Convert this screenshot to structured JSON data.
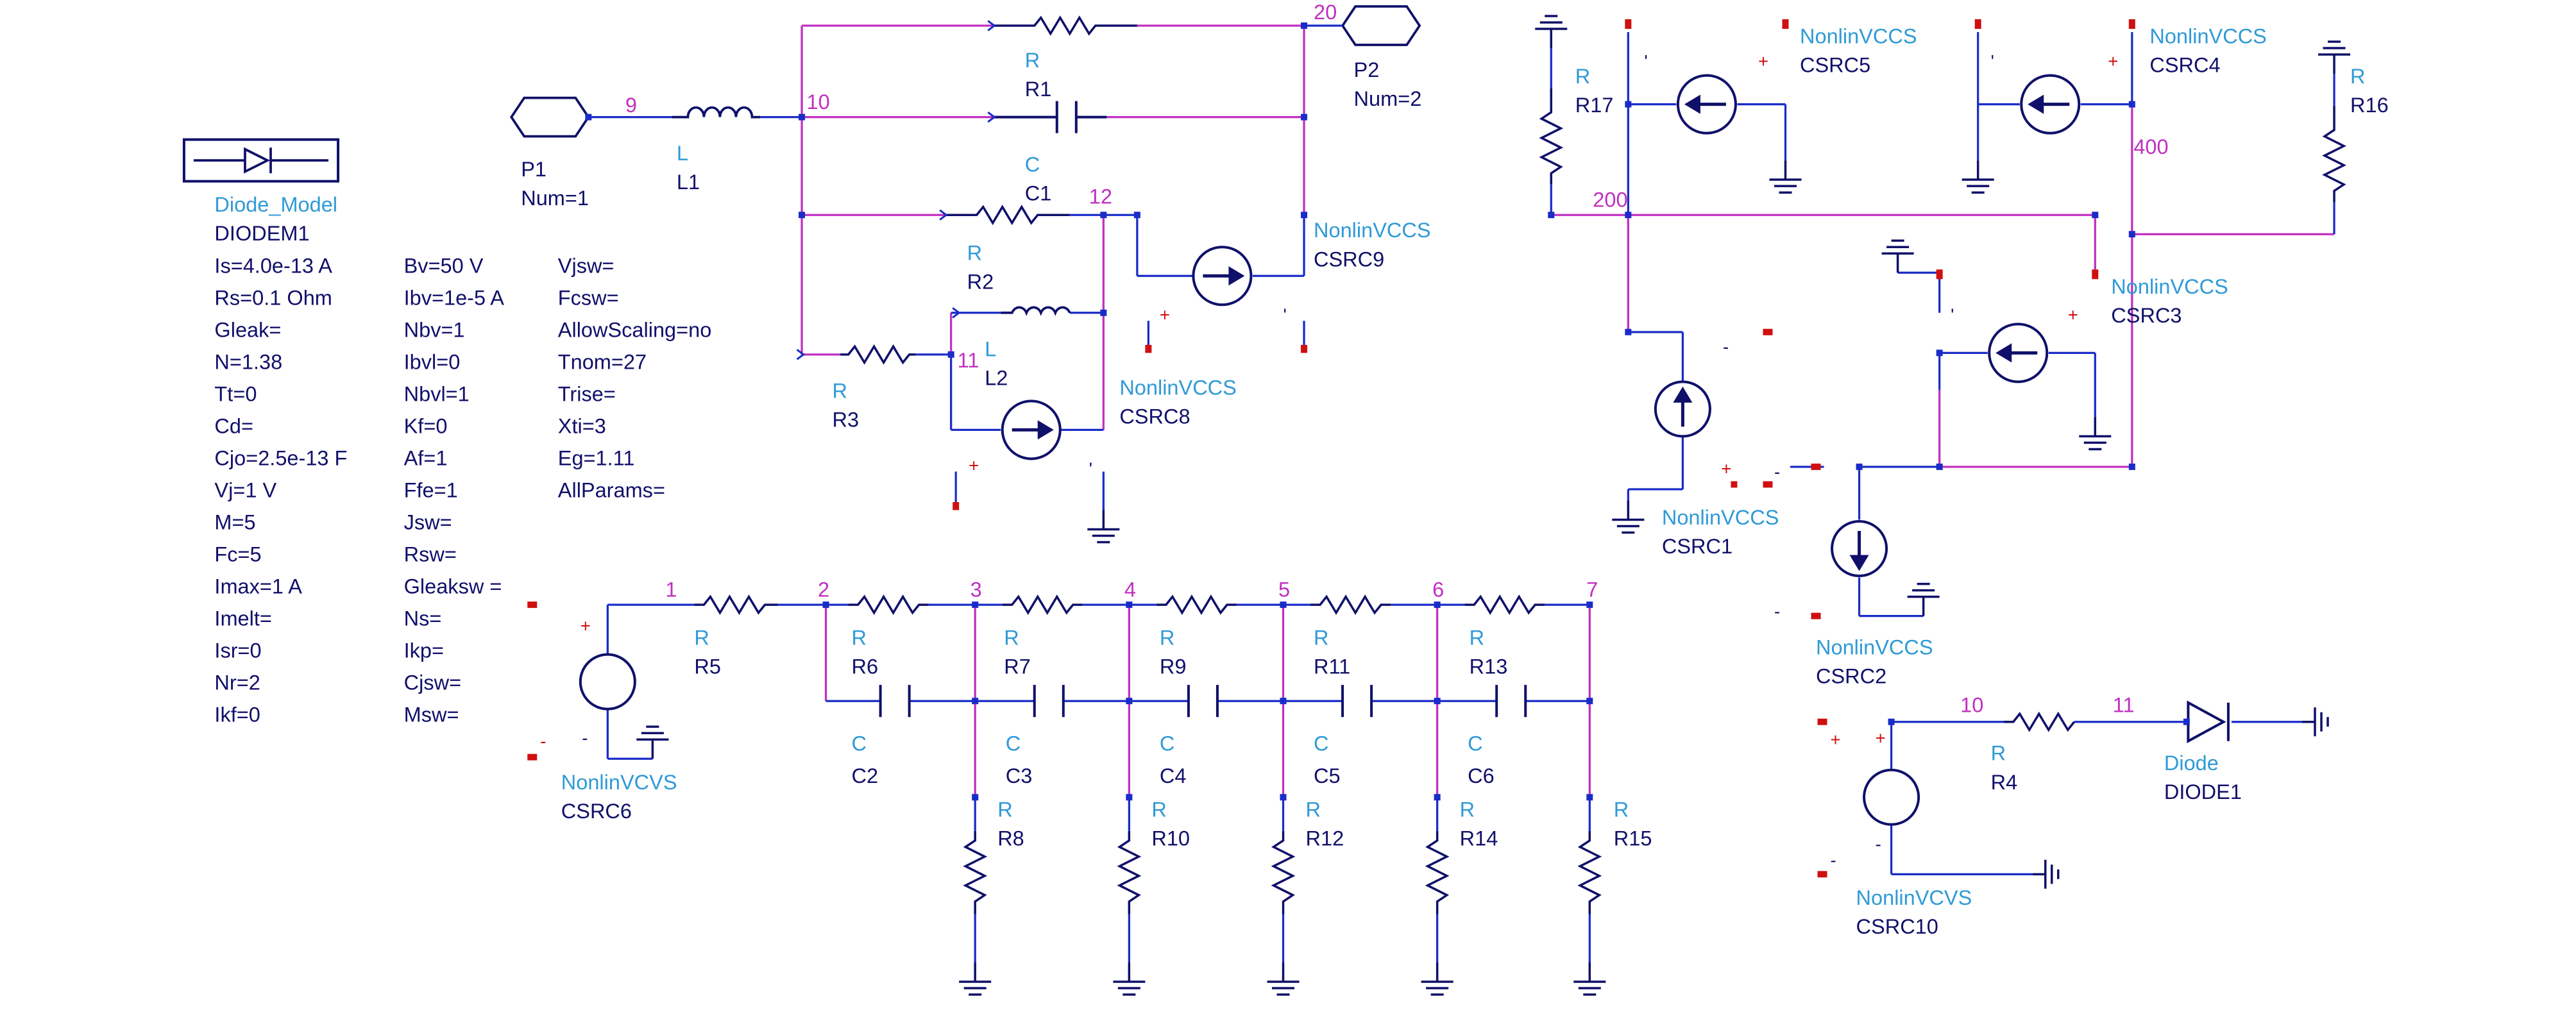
{
  "colors": {
    "wire": "#1a2cc8",
    "net": "#c030c0",
    "label_dark": "#10106a",
    "label_cyan": "#2f9ad6",
    "pin": "#d01010",
    "background": "#ffffff"
  },
  "ports": {
    "p1": {
      "name": "P1",
      "num": "Num=1"
    },
    "p2": {
      "name": "P2",
      "num": "Num=2"
    }
  },
  "node_labels": {
    "n9": "9",
    "n10a": "10",
    "n20": "20",
    "n12": "12",
    "n11a": "11",
    "n200": "200",
    "n400": "400",
    "n1": "1",
    "n2": "2",
    "n3": "3",
    "n4": "4",
    "n5": "5",
    "n6": "6",
    "n7": "7",
    "n10b": "10",
    "n11b": "11"
  },
  "components": {
    "L1": {
      "type": "L",
      "name": "L1"
    },
    "L2": {
      "type": "L",
      "name": "L2"
    },
    "R1": {
      "type": "R",
      "name": "R1"
    },
    "C1": {
      "type": "C",
      "name": "C1"
    },
    "R2": {
      "type": "R",
      "name": "R2"
    },
    "R3": {
      "type": "R",
      "name": "R3"
    },
    "R4": {
      "type": "R",
      "name": "R4"
    },
    "R5": {
      "type": "R",
      "name": "R5"
    },
    "R6": {
      "type": "R",
      "name": "R6"
    },
    "R7": {
      "type": "R",
      "name": "R7"
    },
    "R8": {
      "type": "R",
      "name": "R8"
    },
    "R9": {
      "type": "R",
      "name": "R9"
    },
    "R10": {
      "type": "R",
      "name": "R10"
    },
    "R11": {
      "type": "R",
      "name": "R11"
    },
    "R12": {
      "type": "R",
      "name": "R12"
    },
    "R13": {
      "type": "R",
      "name": "R13"
    },
    "R14": {
      "type": "R",
      "name": "R14"
    },
    "R15": {
      "type": "R",
      "name": "R15"
    },
    "R16": {
      "type": "R",
      "name": "R16"
    },
    "R17": {
      "type": "R",
      "name": "R17"
    },
    "C2": {
      "type": "C",
      "name": "C2"
    },
    "C3": {
      "type": "C",
      "name": "C3"
    },
    "C4": {
      "type": "C",
      "name": "C4"
    },
    "C5": {
      "type": "C",
      "name": "C5"
    },
    "C6": {
      "type": "C",
      "name": "C6"
    },
    "CSRC1": {
      "type": "NonlinVCCS",
      "name": "CSRC1"
    },
    "CSRC2": {
      "type": "NonlinVCCS",
      "name": "CSRC2"
    },
    "CSRC3": {
      "type": "NonlinVCCS",
      "name": "CSRC3"
    },
    "CSRC4": {
      "type": "NonlinVCCS",
      "name": "CSRC4"
    },
    "CSRC5": {
      "type": "NonlinVCCS",
      "name": "CSRC5"
    },
    "CSRC8": {
      "type": "NonlinVCCS",
      "name": "CSRC8"
    },
    "CSRC9": {
      "type": "NonlinVCCS",
      "name": "CSRC9"
    },
    "CSRC6": {
      "type": "NonlinVCVS",
      "name": "CSRC6"
    },
    "CSRC10": {
      "type": "NonlinVCVS",
      "name": "CSRC10"
    },
    "DIODE1": {
      "type": "Diode",
      "name": "DIODE1"
    }
  },
  "pin_marks": {
    "plus": "+",
    "minus": "-",
    "tick": "'"
  },
  "diode_model": {
    "title": "Diode_Model",
    "name": "DIODEM1",
    "params": [
      [
        "Is=4.0e-13 A",
        "Bv=50 V",
        "Vjsw="
      ],
      [
        "Rs=0.1 Ohm",
        "Ibv=1e-5 A",
        "Fcsw="
      ],
      [
        "Gleak=",
        "Nbv=1",
        "AllowScaling=no"
      ],
      [
        "N=1.38",
        "Ibvl=0",
        "Tnom=27"
      ],
      [
        "Tt=0",
        "Nbvl=1",
        "Trise="
      ],
      [
        "Cd=",
        "Kf=0",
        "Xti=3"
      ],
      [
        "Cjo=2.5e-13 F",
        "Af=1",
        "Eg=1.11"
      ],
      [
        "Vj=1 V",
        "Ffe=1",
        "AllParams="
      ],
      [
        "M=5",
        "Jsw=",
        ""
      ],
      [
        "Fc=5",
        "Rsw=",
        ""
      ],
      [
        "Imax=1 A",
        "Gleaksw =",
        ""
      ],
      [
        "Imelt=",
        "Ns=",
        ""
      ],
      [
        "Isr=0",
        "Ikp=",
        ""
      ],
      [
        "Nr=2",
        "Cjsw=",
        ""
      ],
      [
        "Ikf=0",
        "Msw=",
        ""
      ]
    ]
  }
}
